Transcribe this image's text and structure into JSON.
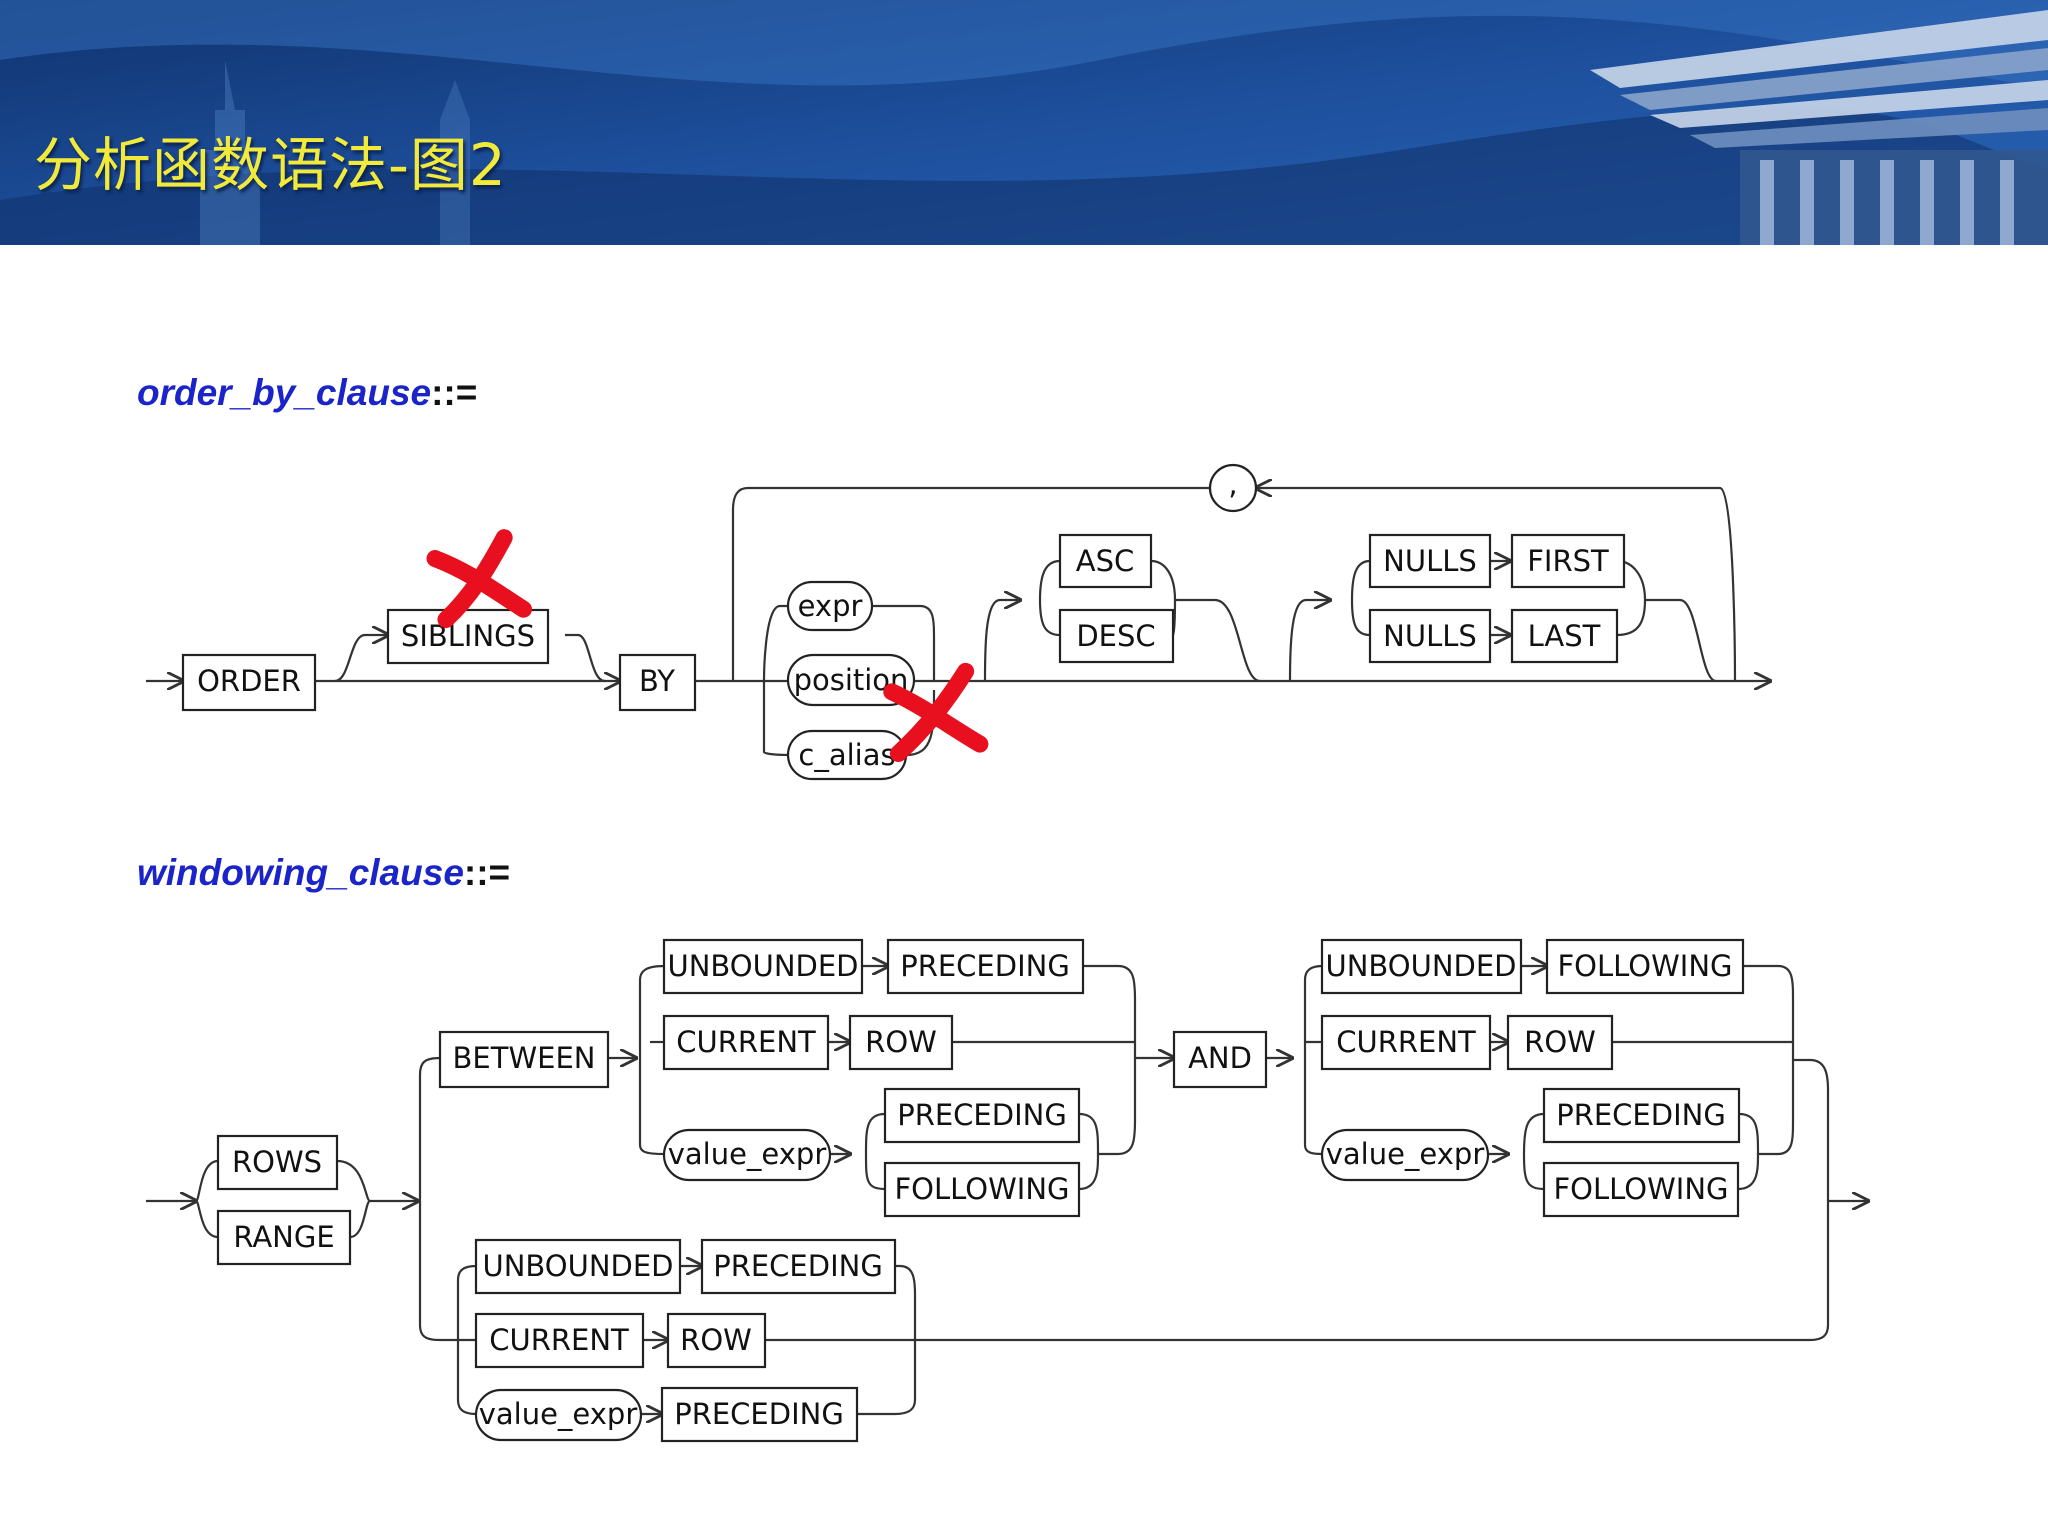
{
  "title": "分析函数语法-图2",
  "order_by": {
    "heading_keyword": "order_by_clause",
    "heading_suffix": "::=",
    "order": "ORDER",
    "siblings": "SIBLINGS",
    "by": "BY",
    "expr": "expr",
    "position": "position",
    "c_alias": "c_alias",
    "asc": "ASC",
    "desc": "DESC",
    "nulls": "NULLS",
    "first": "FIRST",
    "last": "LAST",
    "comma": ","
  },
  "windowing": {
    "heading_keyword": "windowing_clause",
    "heading_suffix": "::=",
    "rows": "ROWS",
    "range": "RANGE",
    "between": "BETWEEN",
    "and": "AND",
    "unbounded": "UNBOUNDED",
    "preceding": "PRECEDING",
    "following": "FOLLOWING",
    "current": "CURRENT",
    "row": "ROW",
    "value_expr": "value_expr"
  },
  "colors": {
    "banner": "#1b4a93",
    "title": "#f2ea3a",
    "heading_keyword": "#1a24c8",
    "strike_mark": "#e8101e"
  },
  "marks": [
    "cross-mark-icon",
    "cross-mark-icon"
  ]
}
